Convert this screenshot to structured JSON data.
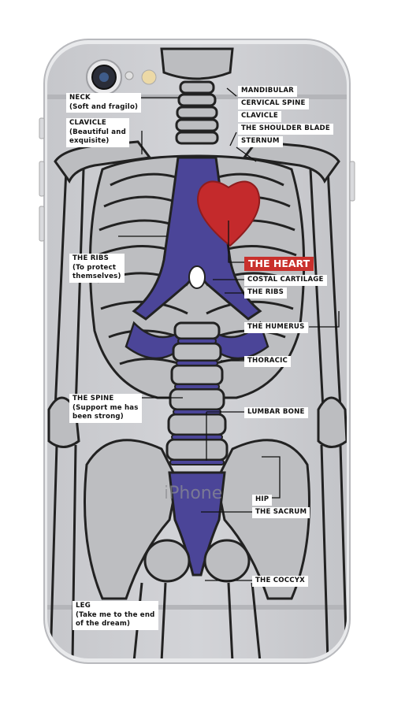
{
  "brand_text": "iPhone",
  "colors": {
    "case_grey": "#cfd0d4",
    "bone": "#b9babd",
    "outline": "#1e1e1e",
    "accent_purple": "#4b4598",
    "heart_red": "#c42a2c",
    "label_bg": "#ffffff"
  },
  "labels": {
    "neck_title": "NECK",
    "neck_sub": "(Soft and fragilo)",
    "clavicle_left_title": "CLAVICLE",
    "clavicle_left_sub1": "(Beautiful and",
    "clavicle_left_sub2": "exquisite)",
    "ribs_title": "THE RIBS",
    "ribs_sub1": "(To protect",
    "ribs_sub2": "themselves)",
    "spine_title": "THE SPINE",
    "spine_sub1": "(Support me has",
    "spine_sub2": "been strong)",
    "leg_title": "LEG",
    "leg_sub1": "(Take me to the end",
    "leg_sub2": "of the dream)",
    "mandibular": "MANDIBULAR",
    "cervical_spine": "CERVICAL SPINE",
    "clavicle_right": "CLAVICLE",
    "shoulder_blade": "THE SHOULDER BLADE",
    "sternum": "STERNUM",
    "heart": "THE HEART",
    "costal_cartilage": "COSTAL CARTILAGE",
    "ribs_right": "THE RIBS",
    "humerus": "THE HUMERUS",
    "thoracic": "THORACIC",
    "lumbar_bone": "LUMBAR BONE",
    "hip": "HIP",
    "sacrum": "THE SACRUM",
    "coccyx": "THE COCCYX"
  }
}
